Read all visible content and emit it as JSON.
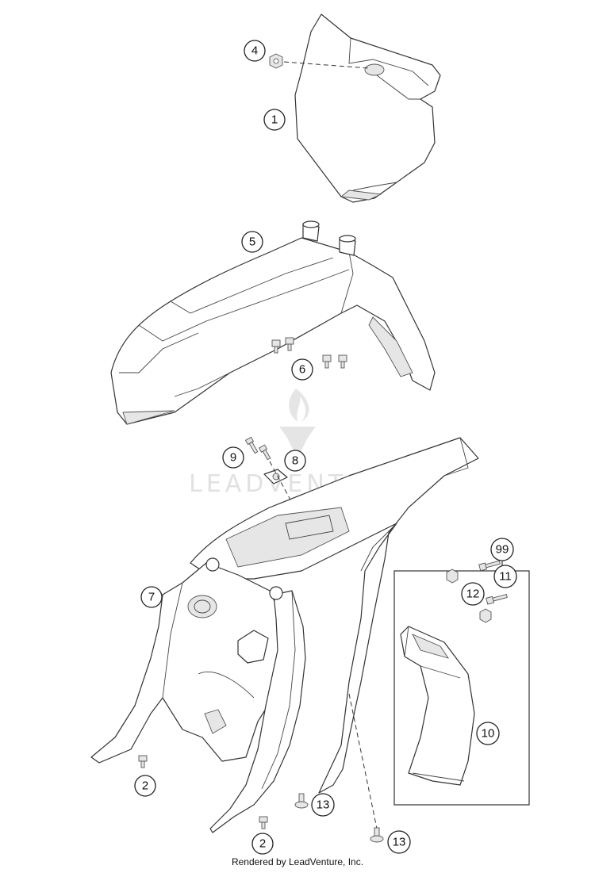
{
  "callouts": {
    "c1": "1",
    "c2a": "2",
    "c2b": "2",
    "c4": "4",
    "c5": "5",
    "c6": "6",
    "c7": "7",
    "c8": "8",
    "c9": "9",
    "c10": "10",
    "c11": "11",
    "c12": "12",
    "c13a": "13",
    "c13b": "13",
    "c99": "99"
  },
  "watermark": {
    "text": "LEADVENTURE"
  },
  "footer": {
    "text": "Rendered by LeadVenture, Inc."
  }
}
